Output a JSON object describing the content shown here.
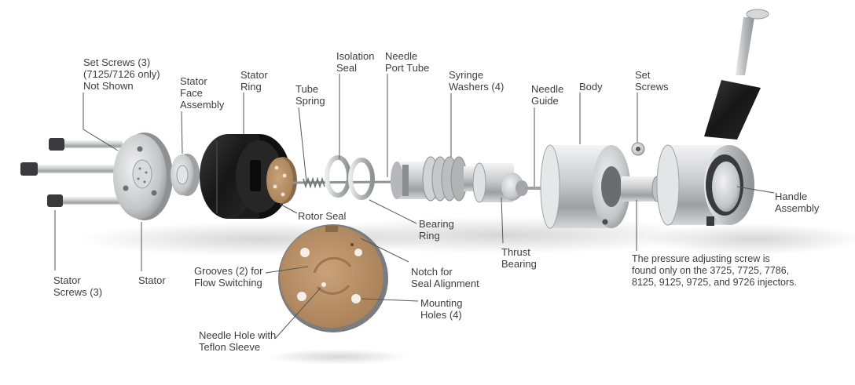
{
  "labels": {
    "set_screws_3": [
      "Set Screws (3)",
      "(7125/7126 only)",
      "Not Shown"
    ],
    "stator_face_assembly": [
      "Stator",
      "Face",
      "Assembly"
    ],
    "stator_ring": [
      "Stator",
      "Ring"
    ],
    "tube_spring": [
      "Tube",
      "Spring"
    ],
    "isolation_seal": [
      "Isolation",
      "Seal"
    ],
    "needle_port_tube": [
      "Needle",
      "Port Tube"
    ],
    "syringe_washers": [
      "Syringe",
      "Washers (4)"
    ],
    "needle_guide": [
      "Needle",
      "Guide"
    ],
    "body": [
      "Body"
    ],
    "set_screws": [
      "Set",
      "Screws"
    ],
    "handle_assembly": [
      "Handle",
      "Assembly"
    ],
    "rotor_seal": [
      "Rotor Seal"
    ],
    "bearing_ring": [
      "Bearing",
      "Ring"
    ],
    "thrust_bearing": [
      "Thrust",
      "Bearing"
    ],
    "stator_screws": [
      "Stator",
      "Screws (3)"
    ],
    "stator": [
      "Stator"
    ],
    "grooves": [
      "Grooves (2) for",
      "Flow Switching"
    ],
    "notch": [
      "Notch for",
      "Seal Alignment"
    ],
    "mounting_holes": [
      "Mounting",
      "Holes (4)"
    ],
    "needle_hole": [
      "Needle Hole with",
      "Teflon Sleeve"
    ]
  },
  "note": [
    "The pressure adjusting screw is",
    "found only on the 3725, 7725, 7786,",
    "8125, 9125, 9725, and 9726 injectors."
  ],
  "colors": {
    "steel": "#c8c9cb",
    "dark": "#1e1e1e",
    "seal": "#b58d63",
    "line": "#555555"
  }
}
